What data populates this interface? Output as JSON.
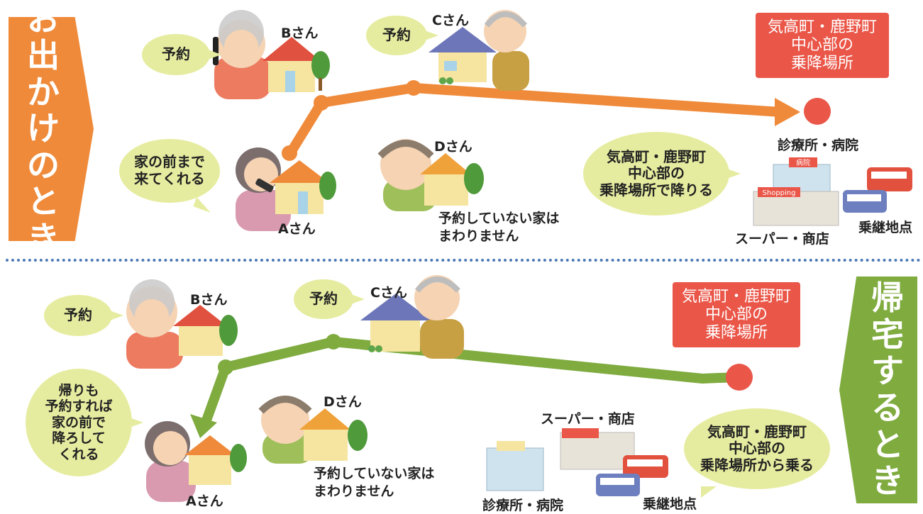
{
  "outbound": {
    "tab_chars": [
      "お",
      "出",
      "か",
      "け",
      "の",
      "と",
      "き"
    ],
    "stop_box_lines": [
      "気高町・鹿野町",
      "中心部の",
      "乗降場所"
    ],
    "bubble_reserve_b": "予約",
    "bubble_reserve_c": "予約",
    "bubble_pickup_lines": [
      "家の前まで",
      "来てくれる"
    ],
    "bubble_dropoff_lines": [
      "気高町・鹿野町",
      "中心部の",
      "乗降場所で降りる"
    ],
    "label_a": "Aさん",
    "label_b": "Bさん",
    "label_c": "Cさん",
    "label_d": "Dさん",
    "no_reservation_lines": [
      "予約していない家は",
      "まわりません"
    ],
    "clinic_label": "診療所・病院",
    "super_label": "スーパー・商店",
    "transfer_label": "乗継地点"
  },
  "return_trip": {
    "tab_chars": [
      "帰",
      "宅",
      "す",
      "る",
      "と",
      "き"
    ],
    "stop_box_lines": [
      "気高町・鹿野町",
      "中心部の",
      "乗降場所"
    ],
    "bubble_reserve_b": "予約",
    "bubble_reserve_c": "予約",
    "bubble_dropoff_lines": [
      "帰りも",
      "予約すれば",
      "家の前で",
      "降ろして",
      "くれる"
    ],
    "bubble_board_lines": [
      "気高町・鹿野町",
      "中心部の",
      "乗降場所から乗る"
    ],
    "label_a": "Aさん",
    "label_b": "Bさん",
    "label_c": "Cさん",
    "label_d": "Dさん",
    "no_reservation_lines": [
      "予約していない家は",
      "まわりません"
    ],
    "clinic_label": "診療所・病院",
    "super_label": "スーパー・商店",
    "transfer_label": "乗継地点"
  },
  "colors": {
    "outbound_route": "#ef8a3a",
    "return_route": "#7fab3f",
    "stop_red": "#ea5648",
    "bubble": "#e6ec9f",
    "divider": "#4a78b5"
  },
  "icons": {
    "person": "person-icon",
    "house": "house-icon",
    "tree": "tree-icon",
    "bus": "bus-icon",
    "building": "building-icon"
  },
  "signs": {
    "hospital_sign": "病院",
    "shop_sign": "Shopping"
  }
}
